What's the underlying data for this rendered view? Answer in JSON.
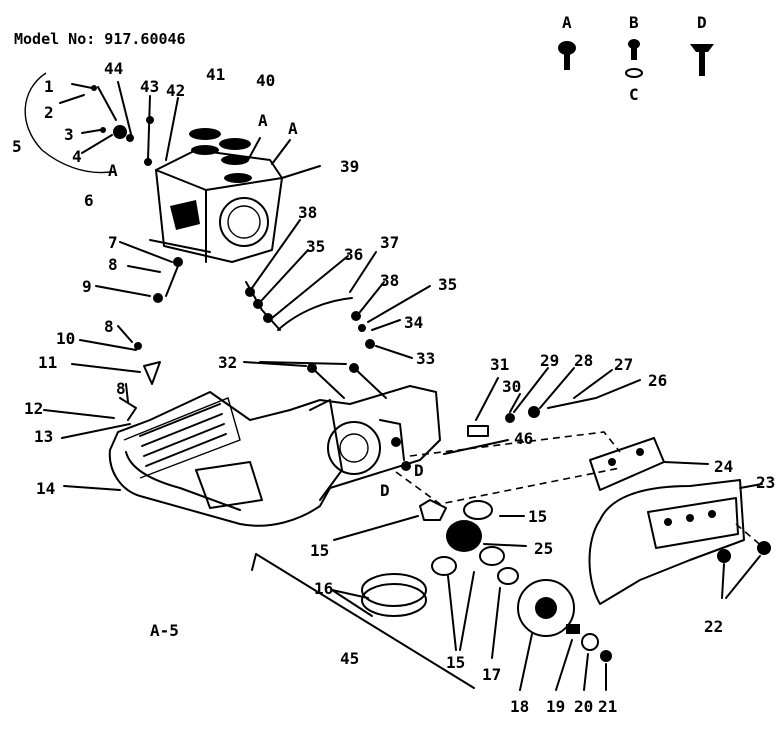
{
  "model_number": "Model No: 917.60046",
  "sheet_label": "A-5",
  "hardware_legend": [
    {
      "key": "hw_a",
      "label": "A"
    },
    {
      "key": "hw_b",
      "label": "B"
    },
    {
      "key": "hw_c",
      "label": "C"
    },
    {
      "key": "hw_d",
      "label": "D"
    }
  ],
  "callouts": [
    {
      "id": "c1",
      "text": "1"
    },
    {
      "id": "c2",
      "text": "2"
    },
    {
      "id": "c3",
      "text": "3"
    },
    {
      "id": "c4",
      "text": "4"
    },
    {
      "id": "c5",
      "text": "5"
    },
    {
      "id": "c6",
      "text": "6"
    },
    {
      "id": "c7",
      "text": "7"
    },
    {
      "id": "c8a",
      "text": "8"
    },
    {
      "id": "c8b",
      "text": "8"
    },
    {
      "id": "c8c",
      "text": "8"
    },
    {
      "id": "c9",
      "text": "9"
    },
    {
      "id": "c10",
      "text": "10"
    },
    {
      "id": "c11",
      "text": "11"
    },
    {
      "id": "c12",
      "text": "12"
    },
    {
      "id": "c13",
      "text": "13"
    },
    {
      "id": "c14",
      "text": "14"
    },
    {
      "id": "c15a",
      "text": "15"
    },
    {
      "id": "c15b",
      "text": "15"
    },
    {
      "id": "c15c",
      "text": "15"
    },
    {
      "id": "c16",
      "text": "16"
    },
    {
      "id": "c17",
      "text": "17"
    },
    {
      "id": "c18",
      "text": "18"
    },
    {
      "id": "c19",
      "text": "19"
    },
    {
      "id": "c20",
      "text": "20"
    },
    {
      "id": "c21",
      "text": "21"
    },
    {
      "id": "c22",
      "text": "22"
    },
    {
      "id": "c23",
      "text": "23"
    },
    {
      "id": "c24",
      "text": "24"
    },
    {
      "id": "c25",
      "text": "25"
    },
    {
      "id": "c26",
      "text": "26"
    },
    {
      "id": "c27",
      "text": "27"
    },
    {
      "id": "c28",
      "text": "28"
    },
    {
      "id": "c29",
      "text": "29"
    },
    {
      "id": "c30",
      "text": "30"
    },
    {
      "id": "c31",
      "text": "31"
    },
    {
      "id": "c32",
      "text": "32"
    },
    {
      "id": "c33",
      "text": "33"
    },
    {
      "id": "c34",
      "text": "34"
    },
    {
      "id": "c35a",
      "text": "35"
    },
    {
      "id": "c35b",
      "text": "35"
    },
    {
      "id": "c36",
      "text": "36"
    },
    {
      "id": "c37",
      "text": "37"
    },
    {
      "id": "c38a",
      "text": "38"
    },
    {
      "id": "c38b",
      "text": "38"
    },
    {
      "id": "c39",
      "text": "39"
    },
    {
      "id": "c40",
      "text": "40"
    },
    {
      "id": "c41",
      "text": "41"
    },
    {
      "id": "c42",
      "text": "42"
    },
    {
      "id": "c43",
      "text": "43"
    },
    {
      "id": "c44",
      "text": "44"
    },
    {
      "id": "c45",
      "text": "45"
    },
    {
      "id": "c46",
      "text": "46"
    },
    {
      "id": "cA1",
      "text": "A"
    },
    {
      "id": "cA2",
      "text": "A"
    },
    {
      "id": "cA3",
      "text": "A"
    },
    {
      "id": "cD1",
      "text": "D"
    },
    {
      "id": "cD2",
      "text": "D"
    }
  ]
}
